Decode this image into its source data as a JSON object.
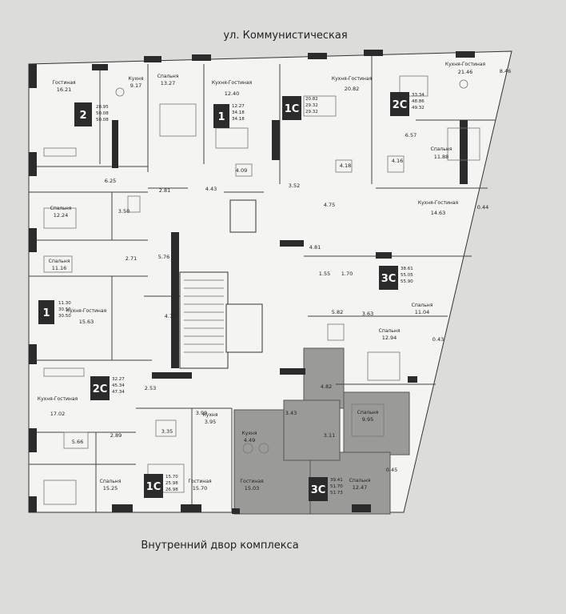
{
  "street": "ул. Коммунистическая",
  "yard": "Внутренний двор комплекса",
  "apartments": [
    {
      "id": "apt-2",
      "type": "2",
      "stats": [
        "28.95",
        "50.08",
        "50.08"
      ]
    },
    {
      "id": "apt-1a",
      "type": "1",
      "stats": [
        "12.27",
        "34.18",
        "34.18"
      ]
    },
    {
      "id": "apt-1c-top",
      "type": "1С",
      "stats": [
        "20.82",
        "29.32",
        "29.32"
      ]
    },
    {
      "id": "apt-2c-top",
      "type": "2С",
      "stats": [
        "33.34",
        "48.86",
        "49.32"
      ]
    },
    {
      "id": "apt-1b",
      "type": "1",
      "stats": [
        "11.30",
        "30.50",
        "30.50"
      ]
    },
    {
      "id": "apt-3c-right",
      "type": "3С",
      "stats": [
        "38.61",
        "55.05",
        "55.90"
      ]
    },
    {
      "id": "apt-2c-left",
      "type": "2С",
      "stats": [
        "32.27",
        "45.34",
        "47.34"
      ]
    },
    {
      "id": "apt-1c-bottom",
      "type": "1С",
      "stats": [
        "15.70",
        "25.98",
        "26.98"
      ]
    },
    {
      "id": "apt-3c-bottom",
      "type": "3С",
      "stats": [
        "39.41",
        "51.70",
        "51.73"
      ]
    }
  ],
  "rooms": [
    {
      "name": "Гостиная",
      "area": "16.21"
    },
    {
      "name": "Кухня",
      "area": "9.17"
    },
    {
      "name": "Спальня",
      "area": "13.27"
    },
    {
      "name": "Кухня-Гостиная",
      "area": "12.40"
    },
    {
      "name": "Кухня-Гостиная",
      "area": "20.82"
    },
    {
      "name": "Кухня-Гостиная",
      "area": "21.46"
    },
    {
      "name": "Спальня",
      "area": "11.88"
    },
    {
      "name": "Кухня-Гостиная",
      "area": "14.63"
    },
    {
      "name": "Спальня",
      "area": "12.24"
    },
    {
      "name": "Спальня",
      "area": "11.16"
    },
    {
      "name": "Кухня-Гостиная",
      "area": "15.63"
    },
    {
      "name": "Спальня",
      "area": "11.04"
    },
    {
      "name": "Спальня",
      "area": "12.94"
    },
    {
      "name": "Кухня-Гостиная",
      "area": "17.02"
    },
    {
      "name": "Спальня",
      "area": "15.25"
    },
    {
      "name": "Кухня",
      "area": "3.95"
    },
    {
      "name": "Гостиная",
      "area": "15.70"
    },
    {
      "name": "Кухня",
      "area": "4.49"
    },
    {
      "name": "Гостиная",
      "area": "15.03"
    },
    {
      "name": "Спальня",
      "area": "9.95"
    },
    {
      "name": "Спальня",
      "area": "12.47"
    }
  ],
  "small_areas": [
    "6.25",
    "2.81",
    "4.43",
    "4.09",
    "3.52",
    "4.18",
    "4.16",
    "6.57",
    "4.75",
    "3.50",
    "2.71",
    "5.76",
    "4.81",
    "1.55",
    "1.70",
    "5.82",
    "3.63",
    "4.73",
    "4.82",
    "2.53",
    "3.99",
    "3.43",
    "3.35",
    "5.66",
    "2.89",
    "3.11",
    "8.46",
    "0.44",
    "0.43",
    "0.45"
  ]
}
